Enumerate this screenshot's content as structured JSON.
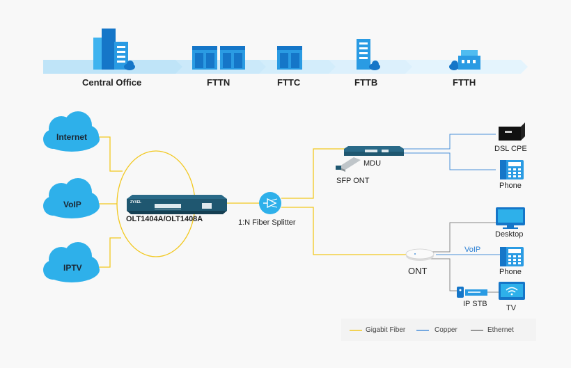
{
  "topology": {
    "stages": [
      {
        "label": "Central Office"
      },
      {
        "label": "FTTN"
      },
      {
        "label": "FTTC"
      },
      {
        "label": "FTTB"
      },
      {
        "label": "FTTH"
      }
    ]
  },
  "services": {
    "internet": "Internet",
    "voip": "VoIP",
    "iptv": "IPTV"
  },
  "devices": {
    "olt": "OLT1404A/OLT1408A",
    "olt_brand": "ZYXEL",
    "splitter": "1:N Fiber Splitter",
    "mdu": "MDU",
    "sfp_ont": "SFP ONT",
    "dsl_cpe": "DSL CPE",
    "phone_top": "Phone",
    "ont": "ONT",
    "desktop": "Desktop",
    "voip_link": "VoIP",
    "phone_bottom": "Phone",
    "ip_stb": "IP STB",
    "tv": "TV"
  },
  "legend": {
    "gigabit_fiber": "Gigabit Fiber",
    "copper": "Copper",
    "ethernet": "Ethernet"
  },
  "colors": {
    "fiber": "#f2c81f",
    "copper": "#4a90d9",
    "ethernet": "#777777",
    "cloud": "#2eb0ea",
    "arrow": "#cfe9fa",
    "building": "#2694d9"
  }
}
